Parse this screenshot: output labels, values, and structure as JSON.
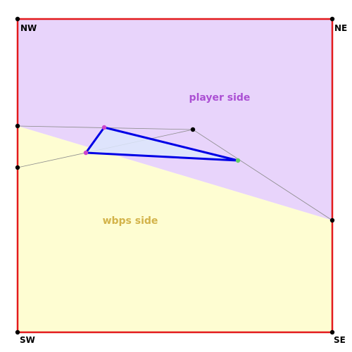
{
  "labels": {
    "nw": "NW",
    "ne": "NE",
    "sw": "SW",
    "se": "SE",
    "player_side": "player side",
    "wbps_side": "wbps side"
  },
  "colors": {
    "border": "#e31a1c",
    "player_region": "#e8d4fb",
    "wbps_region": "#fefdd2",
    "player_label": "#ab4fd3",
    "wbps_label": "#d3b34a",
    "triangle_stroke": "#0000e6",
    "triangle_fill": "#dce6fb",
    "guide_line": "#8c8c8c",
    "vertex_point": "#000000",
    "magenta_point": "#cc44cc",
    "green_point": "#66cc66"
  }
}
